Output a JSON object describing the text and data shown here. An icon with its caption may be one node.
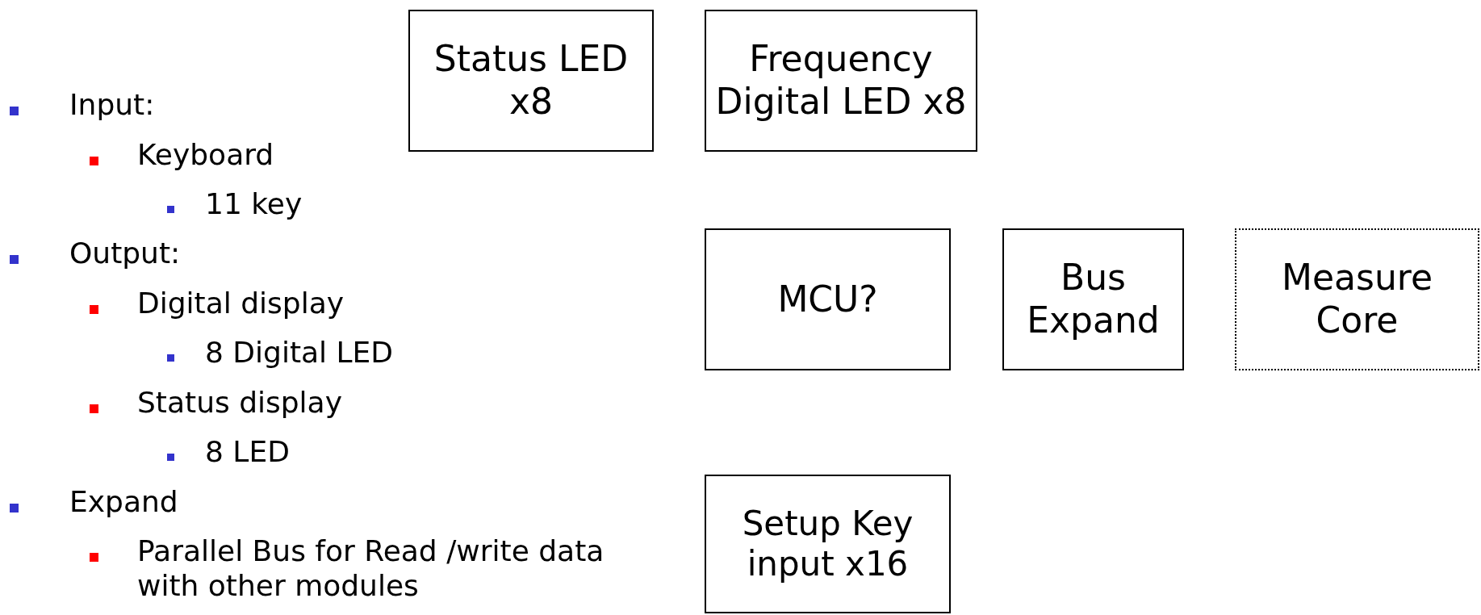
{
  "diagram": {
    "nodes": [
      {
        "text": [
          "Status LED x8"
        ]
      },
      {
        "text": [
          "Frequency Digital LED x8"
        ]
      },
      {
        "text": [
          "MCU?"
        ]
      },
      {
        "text": [
          "Bus Expand"
        ]
      },
      {
        "text": [
          "Measure Core"
        ]
      },
      {
        "text": [
          "Setup Key input x16"
        ]
      }
    ],
    "edges": [],
    "labels": [
      "Input:",
      "Keyboard",
      "11 key",
      "Output:",
      "Digital display",
      "8 Digital LED",
      "Status display",
      "8 LED",
      "Expand",
      "Parallel Bus for Read /write data with other modules"
    ]
  }
}
